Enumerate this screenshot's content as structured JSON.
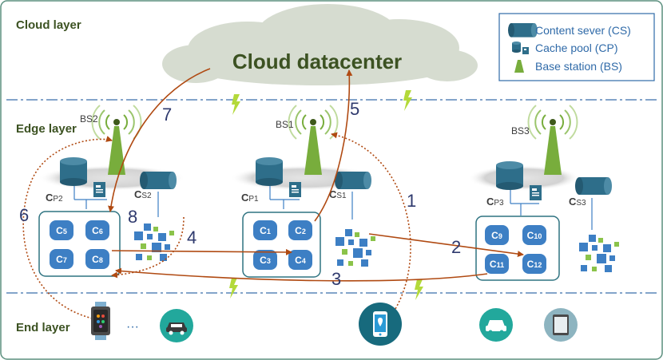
{
  "layers": {
    "cloud": "Cloud layer",
    "edge": "Edge layer",
    "end": "End layer"
  },
  "cloud_title": "Cloud datacenter",
  "legend": {
    "cs": "Content sever (CS)",
    "cp": "Cache pool (CP)",
    "bs": "Base station (BS)"
  },
  "base_stations": [
    "BS1",
    "BS2",
    "BS3"
  ],
  "cache_pools": {
    "cp1": {
      "prefix": "C",
      "sub": "P1"
    },
    "cp2": {
      "prefix": "C",
      "sub": "P2"
    },
    "cp3": {
      "prefix": "C",
      "sub": "P3"
    }
  },
  "content_servers": {
    "cs1": {
      "prefix": "C",
      "sub": "S1"
    },
    "cs2": {
      "prefix": "C",
      "sub": "S2"
    },
    "cs3": {
      "prefix": "C",
      "sub": "S3"
    }
  },
  "caches": {
    "c1": {
      "prefix": "C",
      "sub": "1"
    },
    "c2": {
      "prefix": "C",
      "sub": "2"
    },
    "c3": {
      "prefix": "C",
      "sub": "3"
    },
    "c4": {
      "prefix": "C",
      "sub": "4"
    },
    "c5": {
      "prefix": "C",
      "sub": "5"
    },
    "c6": {
      "prefix": "C",
      "sub": "6"
    },
    "c7": {
      "prefix": "C",
      "sub": "7"
    },
    "c8": {
      "prefix": "C",
      "sub": "8"
    },
    "c9": {
      "prefix": "C",
      "sub": "9"
    },
    "c10": {
      "prefix": "C",
      "sub": "10"
    },
    "c11": {
      "prefix": "C",
      "sub": "11"
    },
    "c12": {
      "prefix": "C",
      "sub": "12"
    }
  },
  "steps": {
    "s1": "1",
    "s2": "2",
    "s3": "3",
    "s4": "4",
    "s5": "5",
    "s6": "6",
    "s7": "7",
    "s8": "8"
  },
  "ellipsis": "···",
  "colors": {
    "layer_text": "#3c5222",
    "cylinder": "#2e6e8a",
    "blue_text": "#2f6aa8",
    "cache_fill": "#3d7fc4",
    "cache_box": "#2f7381",
    "arrow": "#b04a12",
    "tower": "#78ad3c",
    "device_teal": "#22a89c",
    "lightning": "#b3d93a",
    "dash_line": "#5a86b8"
  },
  "icons": [
    "content-server-icon",
    "cache-pool-icon",
    "base-station-icon",
    "smartwatch-icon",
    "car-icon",
    "smartphone-icon",
    "tablet-icon",
    "lightning-icon"
  ]
}
